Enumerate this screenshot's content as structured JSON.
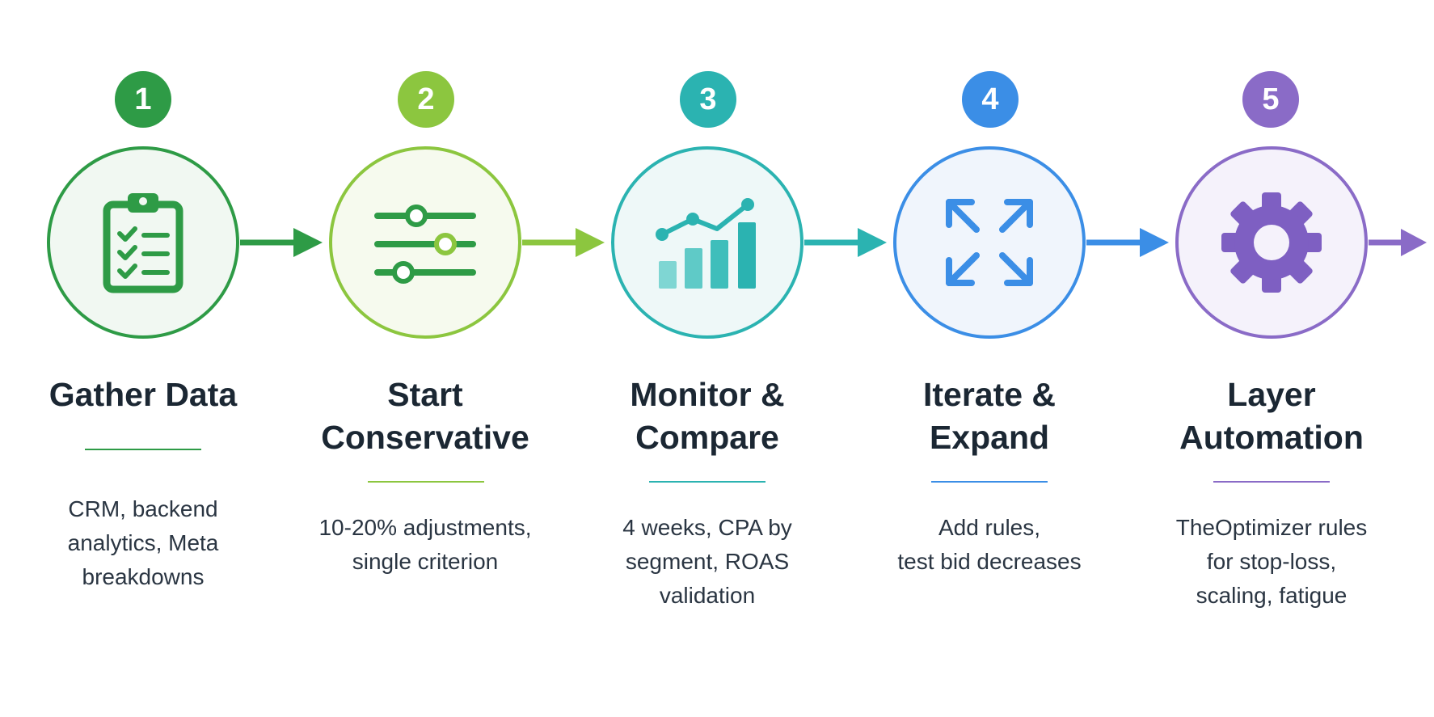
{
  "steps": [
    {
      "number": "1",
      "title": "Gather Data",
      "description": "CRM, backend\nanalytics, Meta\nbreakdowns",
      "icon": "clipboard-checklist-icon",
      "color": "#2e9b46",
      "fill": "#f1f8f2"
    },
    {
      "number": "2",
      "title": "Start\nConservative",
      "description": "10-20% adjustments,\nsingle criterion",
      "icon": "sliders-icon",
      "color": "#8cc63f",
      "fill": "#f6faee"
    },
    {
      "number": "3",
      "title": "Monitor &\nCompare",
      "description": "4 weeks, CPA by\nsegment, ROAS\nvalidation",
      "icon": "chart-trend-icon",
      "color": "#2bb3b1",
      "fill": "#eef8f8"
    },
    {
      "number": "4",
      "title": "Iterate &\nExpand",
      "description": "Add rules,\ntest bid decreases",
      "icon": "expand-arrows-icon",
      "color": "#3b8ee6",
      "fill": "#f0f5fc"
    },
    {
      "number": "5",
      "title": "Layer\nAutomation",
      "description": "TheOptimizer rules\nfor stop-loss,\nscaling, fatigue",
      "icon": "gear-icon",
      "color": "#8a6bc7",
      "fill": "#f5f2fb"
    }
  ]
}
